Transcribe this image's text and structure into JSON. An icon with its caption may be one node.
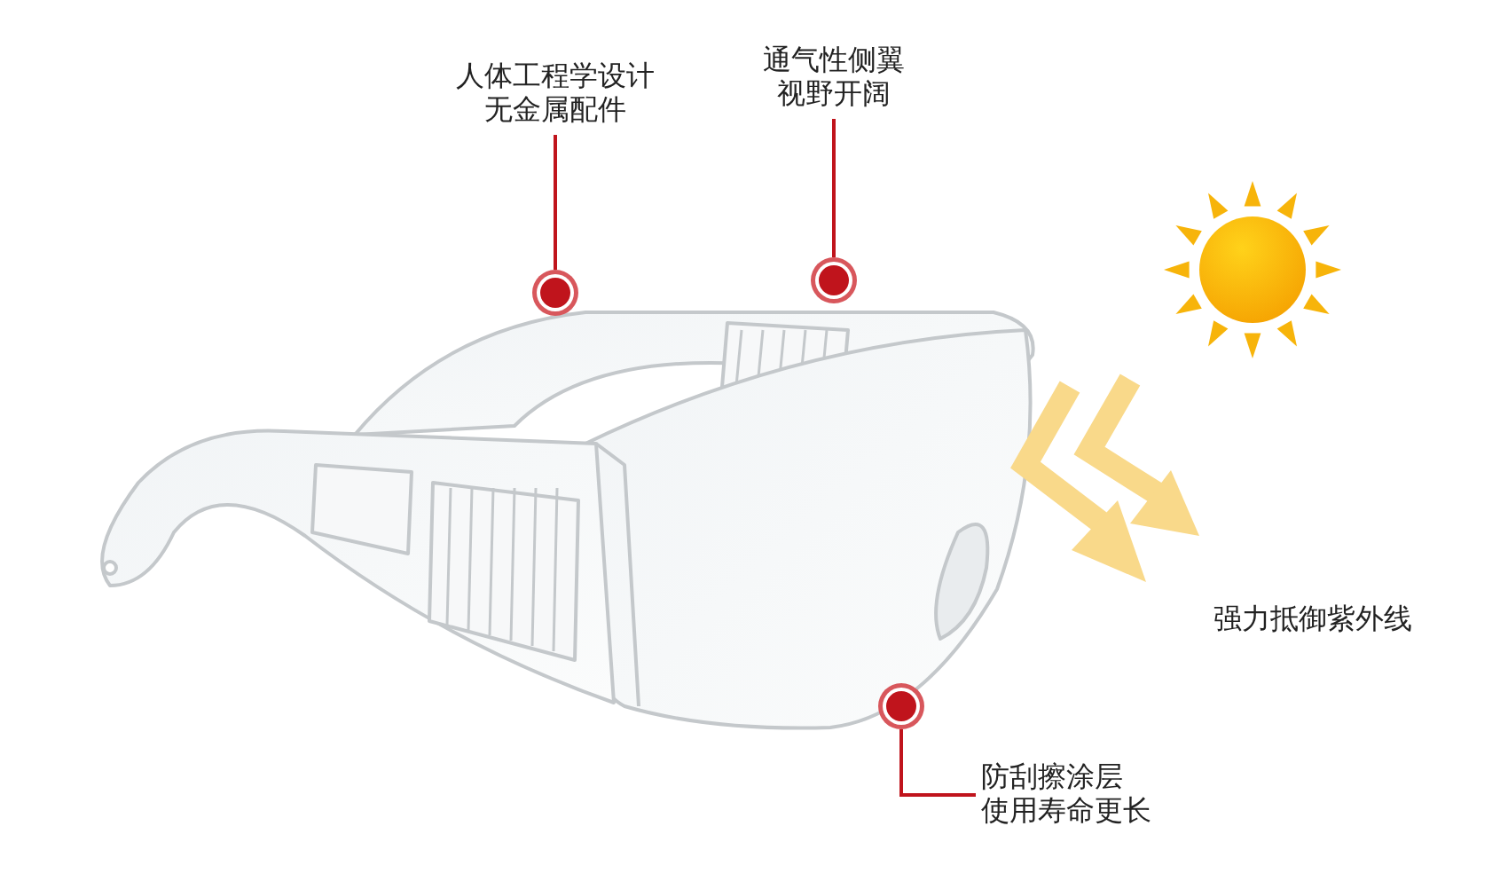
{
  "diagram": {
    "nodes": [
      {
        "text": [
          "人体工程学设计无金属配件"
        ]
      },
      {
        "text": [],
        "shape": "circle"
      },
      {
        "text": [
          "通气性侧翼视野开阔"
        ]
      },
      {
        "text": [],
        "shape": "circle"
      },
      {
        "text": [
          "防刮擦涂层使用寿命更长"
        ]
      },
      {
        "text": [],
        "shape": "circle"
      }
    ],
    "edges": [
      {
        "from": 0,
        "to": 1,
        "arrow": "none"
      },
      {
        "from": 2,
        "to": 3,
        "arrow": "none"
      },
      {
        "from": 4,
        "to": 5,
        "arrow": "none"
      }
    ],
    "labels": [
      "强力抵御紫外线"
    ]
  }
}
